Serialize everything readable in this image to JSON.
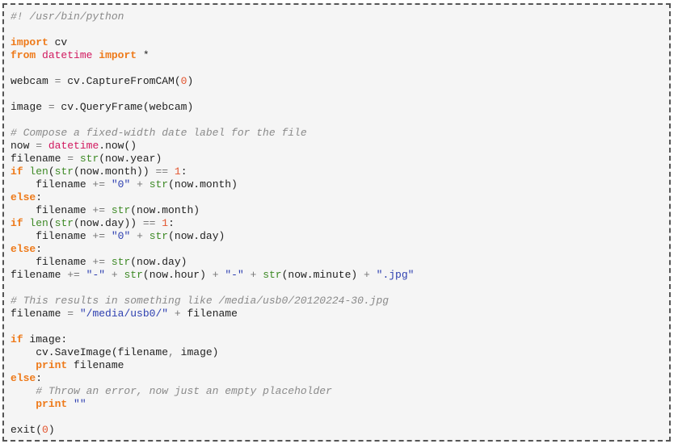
{
  "colors": {
    "background": "#f5f5f5",
    "border": "#555555",
    "keyword": "#ee7a1a",
    "builtin": "#3e8a26",
    "module": "#d1195f",
    "number": "#e3552f",
    "string": "#2d3fb0",
    "operator": "#777777",
    "comment": "#8a8a8a",
    "text": "#222222"
  },
  "code_lines": [
    [
      [
        "cm",
        "#! /usr/bin/python"
      ]
    ],
    [],
    [
      [
        "kw",
        "import"
      ],
      [
        "",
        " cv"
      ]
    ],
    [
      [
        "kw",
        "from"
      ],
      [
        "",
        " "
      ],
      [
        "mod",
        "datetime"
      ],
      [
        "",
        " "
      ],
      [
        "kw",
        "import"
      ],
      [
        "",
        " *"
      ]
    ],
    [],
    [
      [
        "",
        "webcam "
      ],
      [
        "op",
        "="
      ],
      [
        "",
        " cv.CaptureFromCAM("
      ],
      [
        "num",
        "0"
      ],
      [
        "",
        ")"
      ]
    ],
    [],
    [
      [
        "",
        "image "
      ],
      [
        "op",
        "="
      ],
      [
        "",
        " cv.QueryFrame(webcam)"
      ]
    ],
    [],
    [
      [
        "cm",
        "# Compose a fixed-width date label for the file"
      ]
    ],
    [
      [
        "",
        "now "
      ],
      [
        "op",
        "="
      ],
      [
        "",
        " "
      ],
      [
        "mod",
        "datetime"
      ],
      [
        "",
        ".now()"
      ]
    ],
    [
      [
        "",
        "filename "
      ],
      [
        "op",
        "="
      ],
      [
        "",
        " "
      ],
      [
        "bi",
        "str"
      ],
      [
        "",
        "(now.year)"
      ]
    ],
    [
      [
        "kw",
        "if"
      ],
      [
        "",
        " "
      ],
      [
        "bi",
        "len"
      ],
      [
        "",
        "("
      ],
      [
        "bi",
        "str"
      ],
      [
        "",
        "(now.month)) "
      ],
      [
        "op",
        "=="
      ],
      [
        "",
        " "
      ],
      [
        "num",
        "1"
      ],
      [
        "",
        ":"
      ]
    ],
    [
      [
        "",
        "    filename "
      ],
      [
        "op",
        "+="
      ],
      [
        "",
        " "
      ],
      [
        "str",
        "\"0\""
      ],
      [
        "",
        " "
      ],
      [
        "op",
        "+"
      ],
      [
        "",
        " "
      ],
      [
        "bi",
        "str"
      ],
      [
        "",
        "(now.month)"
      ]
    ],
    [
      [
        "kw",
        "else"
      ],
      [
        "",
        ":"
      ]
    ],
    [
      [
        "",
        "    filename "
      ],
      [
        "op",
        "+="
      ],
      [
        "",
        " "
      ],
      [
        "bi",
        "str"
      ],
      [
        "",
        "(now.month)"
      ]
    ],
    [
      [
        "kw",
        "if"
      ],
      [
        "",
        " "
      ],
      [
        "bi",
        "len"
      ],
      [
        "",
        "("
      ],
      [
        "bi",
        "str"
      ],
      [
        "",
        "(now.day)) "
      ],
      [
        "op",
        "=="
      ],
      [
        "",
        " "
      ],
      [
        "num",
        "1"
      ],
      [
        "",
        ":"
      ]
    ],
    [
      [
        "",
        "    filename "
      ],
      [
        "op",
        "+="
      ],
      [
        "",
        " "
      ],
      [
        "str",
        "\"0\""
      ],
      [
        "",
        " "
      ],
      [
        "op",
        "+"
      ],
      [
        "",
        " "
      ],
      [
        "bi",
        "str"
      ],
      [
        "",
        "(now.day)"
      ]
    ],
    [
      [
        "kw",
        "else"
      ],
      [
        "",
        ":"
      ]
    ],
    [
      [
        "",
        "    filename "
      ],
      [
        "op",
        "+="
      ],
      [
        "",
        " "
      ],
      [
        "bi",
        "str"
      ],
      [
        "",
        "(now.day)"
      ]
    ],
    [
      [
        "",
        "filename "
      ],
      [
        "op",
        "+="
      ],
      [
        "",
        " "
      ],
      [
        "str",
        "\"-\""
      ],
      [
        "",
        " "
      ],
      [
        "op",
        "+"
      ],
      [
        "",
        " "
      ],
      [
        "bi",
        "str"
      ],
      [
        "",
        "(now.hour) "
      ],
      [
        "op",
        "+"
      ],
      [
        "",
        " "
      ],
      [
        "str",
        "\"-\""
      ],
      [
        "",
        " "
      ],
      [
        "op",
        "+"
      ],
      [
        "",
        " "
      ],
      [
        "bi",
        "str"
      ],
      [
        "",
        "(now.minute) "
      ],
      [
        "op",
        "+"
      ],
      [
        "",
        " "
      ],
      [
        "str",
        "\".jpg\""
      ]
    ],
    [],
    [
      [
        "cm",
        "# This results in something like /media/usb0/20120224-30.jpg"
      ]
    ],
    [
      [
        "",
        "filename "
      ],
      [
        "op",
        "="
      ],
      [
        "",
        " "
      ],
      [
        "str",
        "\"/media/usb0/\""
      ],
      [
        "",
        " "
      ],
      [
        "op",
        "+"
      ],
      [
        "",
        " filename"
      ]
    ],
    [],
    [
      [
        "kw",
        "if"
      ],
      [
        "",
        " image:"
      ]
    ],
    [
      [
        "",
        "    cv.SaveImage(filename"
      ],
      [
        "op",
        ","
      ],
      [
        "",
        " image)"
      ]
    ],
    [
      [
        "",
        "    "
      ],
      [
        "kw",
        "print"
      ],
      [
        "",
        " filename"
      ]
    ],
    [
      [
        "kw",
        "else"
      ],
      [
        "",
        ":"
      ]
    ],
    [
      [
        "",
        "    "
      ],
      [
        "cm",
        "# Throw an error, now just an empty placeholder"
      ]
    ],
    [
      [
        "",
        "    "
      ],
      [
        "kw",
        "print"
      ],
      [
        "",
        " "
      ],
      [
        "str",
        "\"\""
      ]
    ],
    [],
    [
      [
        "",
        "exit("
      ],
      [
        "num",
        "0"
      ],
      [
        "",
        ")"
      ]
    ]
  ]
}
